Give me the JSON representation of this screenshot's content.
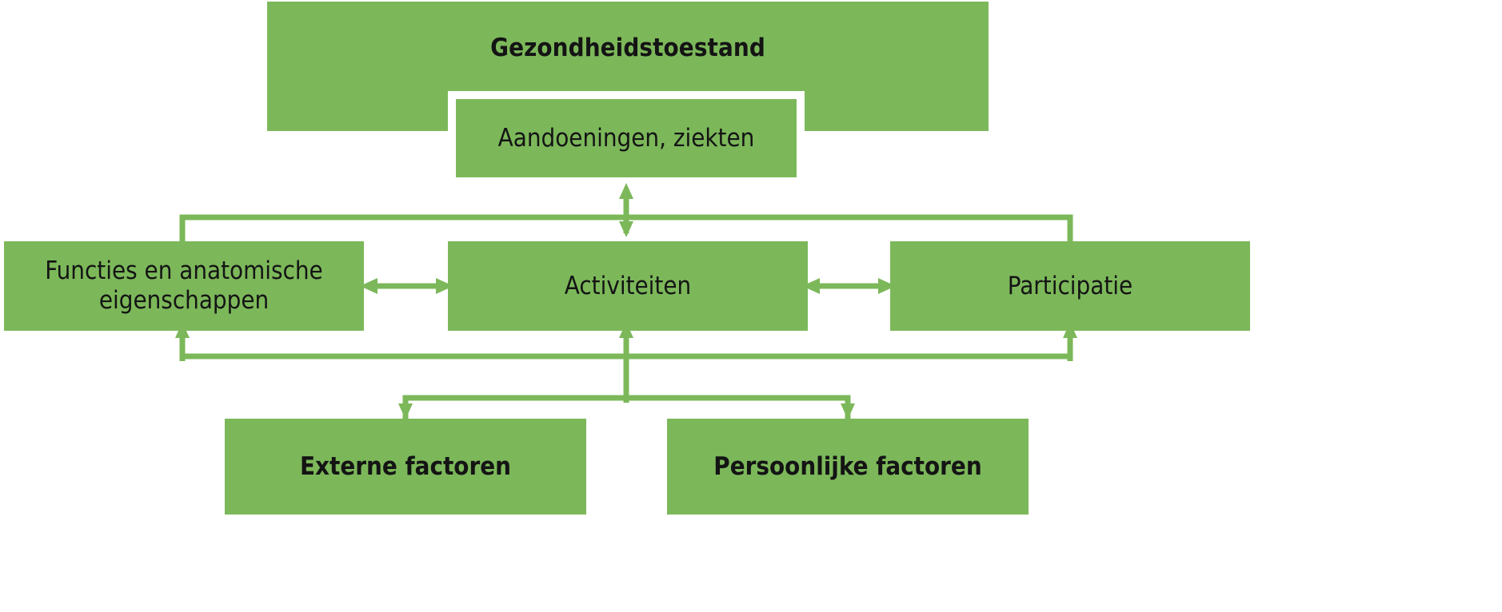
{
  "diagram": {
    "title": "ICF model",
    "language": "nl",
    "colors": {
      "box_fill": "#7cb85a",
      "arrow": "#7cb85a",
      "text": "#141414",
      "background": "#ffffff",
      "box_outline": "#ffffff"
    },
    "nodes": [
      {
        "id": "health",
        "label": "Gezondheidstoestand",
        "bold": true
      },
      {
        "id": "disorders",
        "label": "Aandoeningen, ziekten",
        "bold": false
      },
      {
        "id": "functions",
        "label": "Functies en anatomische eigenschappen",
        "bold": false
      },
      {
        "id": "activities",
        "label": "Activiteiten",
        "bold": false
      },
      {
        "id": "participation",
        "label": "Participatie",
        "bold": false
      },
      {
        "id": "external",
        "label": "Externe factoren",
        "bold": true
      },
      {
        "id": "personal",
        "label": "Persoonlijke factoren",
        "bold": true
      }
    ],
    "connections": [
      {
        "from": "disorders",
        "to": "activities",
        "style": "double-vertical"
      },
      {
        "from": "disorders",
        "to": "functions",
        "style": "elbow-down-left"
      },
      {
        "from": "disorders",
        "to": "participation",
        "style": "elbow-down-right"
      },
      {
        "from": "functions",
        "to": "activities",
        "style": "double-horizontal"
      },
      {
        "from": "activities",
        "to": "participation",
        "style": "double-horizontal"
      },
      {
        "from": "activities",
        "to": "functions",
        "style": "elbow-up-left"
      },
      {
        "from": "activities",
        "to": "participation",
        "style": "elbow-up-right"
      },
      {
        "from": "external",
        "to": "activities",
        "style": "elbow-up-branch"
      },
      {
        "from": "personal",
        "to": "activities",
        "style": "elbow-up-branch"
      }
    ]
  }
}
